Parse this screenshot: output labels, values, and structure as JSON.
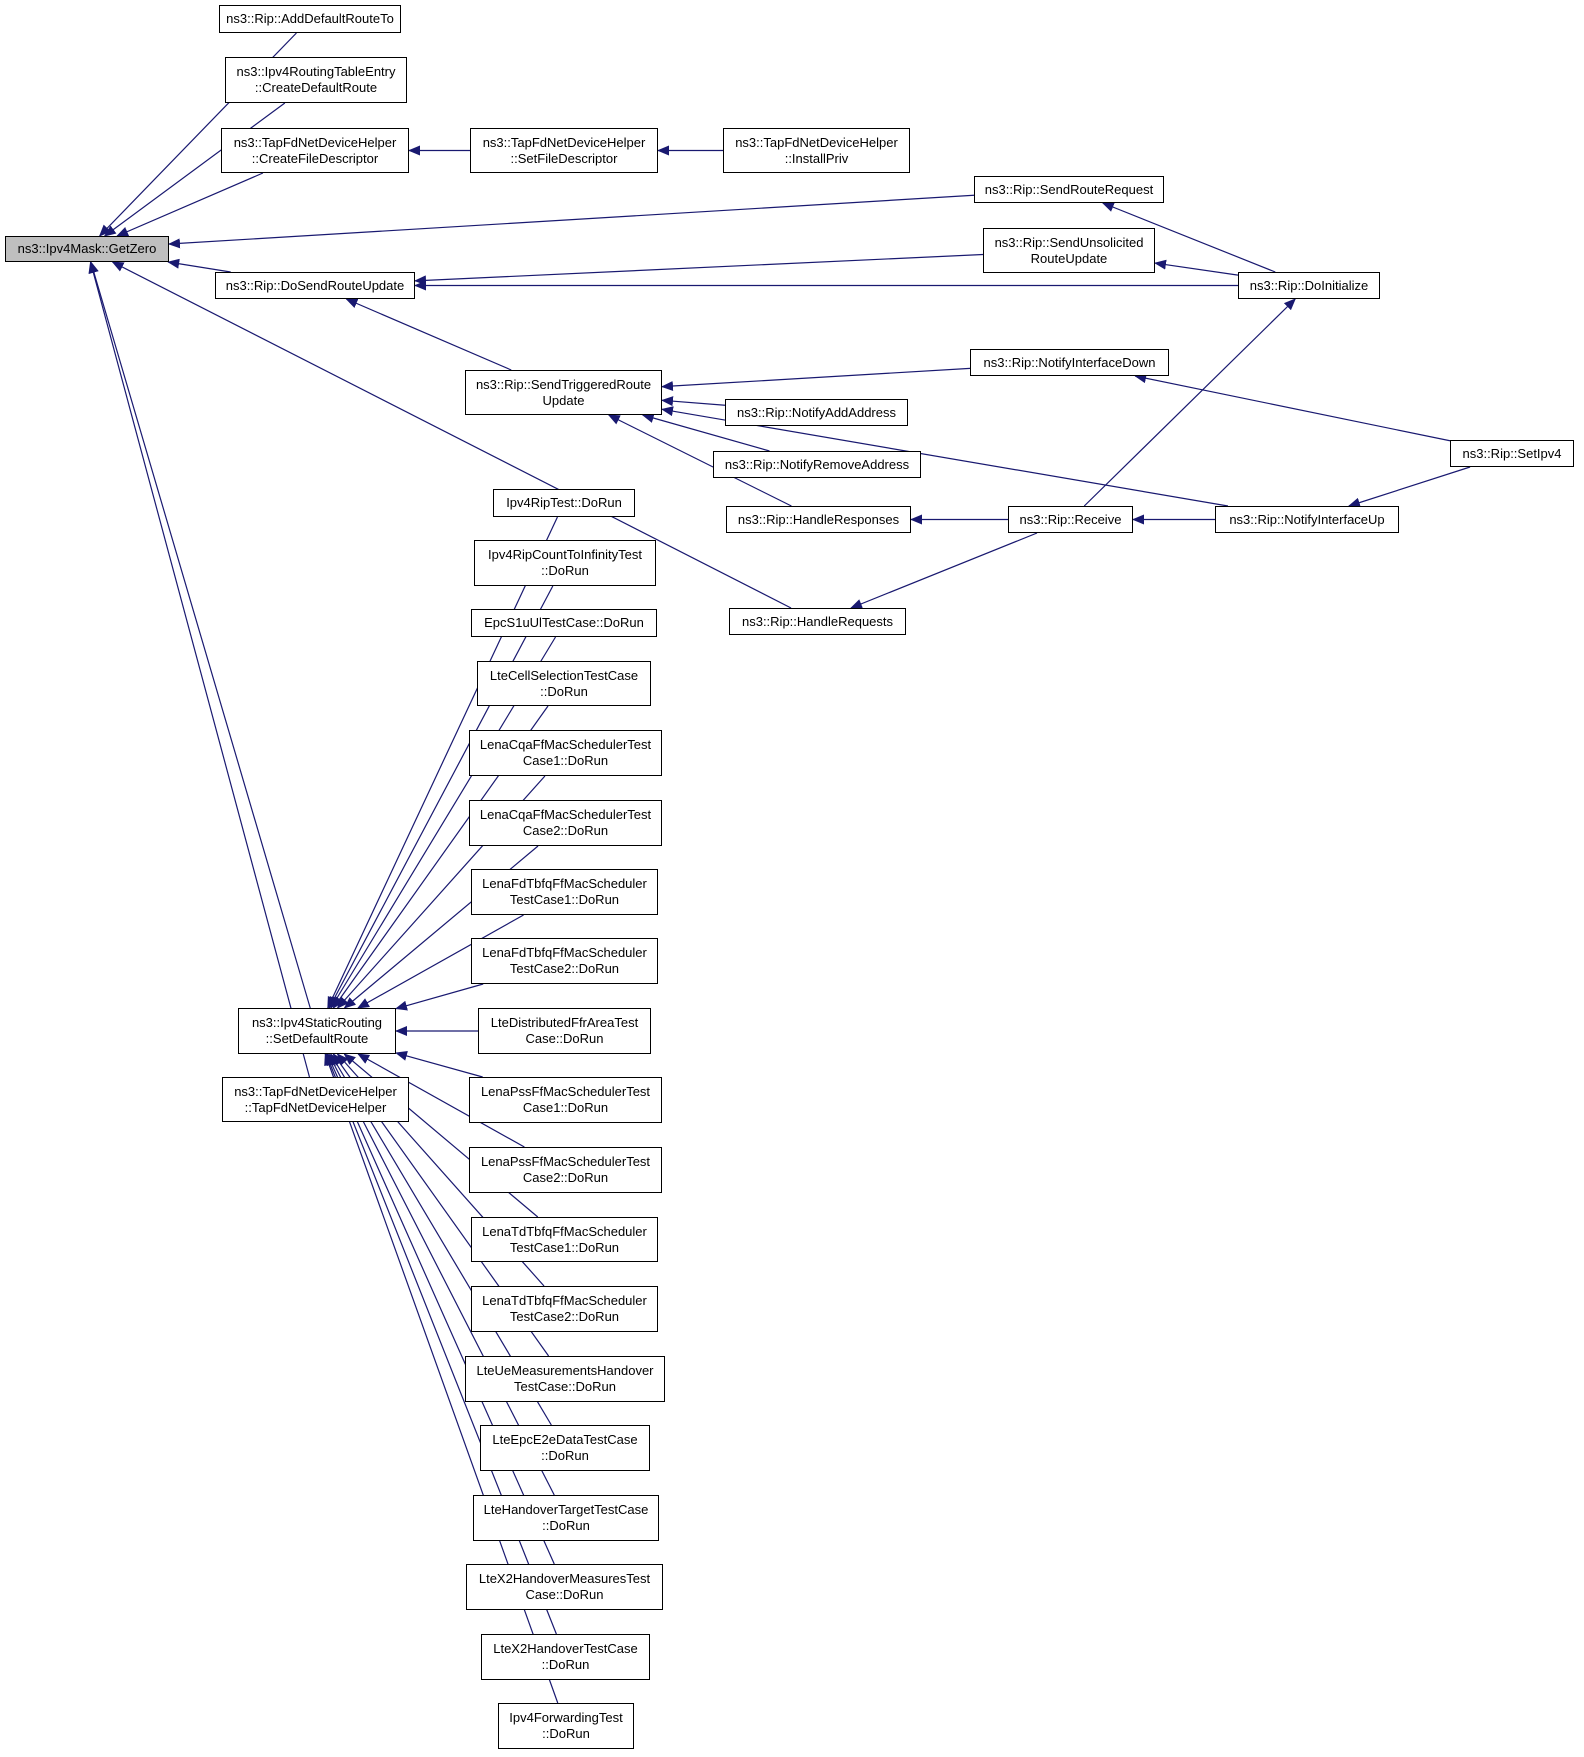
{
  "colors": {
    "edge": "#191970",
    "border": "#000000",
    "root_fill": "#bfbfbf",
    "node_fill": "#ffffff"
  },
  "nodes": {
    "n0": {
      "label": "ns3::Ipv4Mask::GetZero"
    },
    "n1": {
      "label": "ns3::Rip::AddDefaultRouteTo"
    },
    "n2": {
      "label": "ns3::Ipv4RoutingTableEntry\n::CreateDefaultRoute"
    },
    "n3": {
      "label": "ns3::TapFdNetDeviceHelper\n::CreateFileDescriptor"
    },
    "n4": {
      "label": "ns3::TapFdNetDeviceHelper\n::SetFileDescriptor"
    },
    "n5": {
      "label": "ns3::TapFdNetDeviceHelper\n::InstallPriv"
    },
    "n6": {
      "label": "ns3::Rip::SendRouteRequest"
    },
    "n7": {
      "label": "ns3::Rip::SendUnsolicited\nRouteUpdate"
    },
    "n8": {
      "label": "ns3::Rip::DoSendRouteUpdate"
    },
    "n9": {
      "label": "ns3::Rip::DoInitialize"
    },
    "n10": {
      "label": "ns3::Rip::SendTriggeredRoute\nUpdate"
    },
    "n11": {
      "label": "ns3::Rip::NotifyInterfaceDown"
    },
    "n12": {
      "label": "ns3::Rip::NotifyAddAddress"
    },
    "n13": {
      "label": "ns3::Rip::NotifyRemoveAddress"
    },
    "n14": {
      "label": "ns3::Rip::SetIpv4"
    },
    "n15": {
      "label": "ns3::Rip::HandleResponses"
    },
    "n16": {
      "label": "ns3::Rip::Receive"
    },
    "n17": {
      "label": "ns3::Rip::NotifyInterfaceUp"
    },
    "n18": {
      "label": "ns3::Rip::HandleRequests"
    },
    "n19": {
      "label": "ns3::Ipv4StaticRouting\n::SetDefaultRoute"
    },
    "n20": {
      "label": "ns3::TapFdNetDeviceHelper\n::TapFdNetDeviceHelper"
    },
    "t1": {
      "label": "Ipv4RipTest::DoRun"
    },
    "t2": {
      "label": "Ipv4RipCountToInfinityTest\n::DoRun"
    },
    "t3": {
      "label": "EpcS1uUlTestCase::DoRun"
    },
    "t4": {
      "label": "LteCellSelectionTestCase\n::DoRun"
    },
    "t5": {
      "label": "LenaCqaFfMacSchedulerTest\nCase1::DoRun"
    },
    "t6": {
      "label": "LenaCqaFfMacSchedulerTest\nCase2::DoRun"
    },
    "t7": {
      "label": "LenaFdTbfqFfMacScheduler\nTestCase1::DoRun"
    },
    "t8": {
      "label": "LenaFdTbfqFfMacScheduler\nTestCase2::DoRun"
    },
    "t9": {
      "label": "LteDistributedFfrAreaTest\nCase::DoRun"
    },
    "t10": {
      "label": "LenaPssFfMacSchedulerTest\nCase1::DoRun"
    },
    "t11": {
      "label": "LenaPssFfMacSchedulerTest\nCase2::DoRun"
    },
    "t12": {
      "label": "LenaTdTbfqFfMacScheduler\nTestCase1::DoRun"
    },
    "t13": {
      "label": "LenaTdTbfqFfMacScheduler\nTestCase2::DoRun"
    },
    "t14": {
      "label": "LteUeMeasurementsHandover\nTestCase::DoRun"
    },
    "t15": {
      "label": "LteEpcE2eDataTestCase\n::DoRun"
    },
    "t16": {
      "label": "LteHandoverTargetTestCase\n::DoRun"
    },
    "t17": {
      "label": "LteX2HandoverMeasuresTest\nCase::DoRun"
    },
    "t18": {
      "label": "LteX2HandoverTestCase\n::DoRun"
    },
    "t19": {
      "label": "Ipv4ForwardingTest\n::DoRun"
    }
  },
  "edges": [
    [
      "n0",
      "n1"
    ],
    [
      "n0",
      "n2"
    ],
    [
      "n0",
      "n3"
    ],
    [
      "n0",
      "n6"
    ],
    [
      "n0",
      "n8"
    ],
    [
      "n0",
      "n18"
    ],
    [
      "n0",
      "n19"
    ],
    [
      "n0",
      "n20"
    ],
    [
      "n3",
      "n4"
    ],
    [
      "n4",
      "n5"
    ],
    [
      "n6",
      "n9"
    ],
    [
      "n7",
      "n9"
    ],
    [
      "n8",
      "n7"
    ],
    [
      "n8",
      "n9"
    ],
    [
      "n8",
      "n10"
    ],
    [
      "n10",
      "n11"
    ],
    [
      "n10",
      "n12"
    ],
    [
      "n10",
      "n13"
    ],
    [
      "n10",
      "n15"
    ],
    [
      "n10",
      "n17"
    ],
    [
      "n11",
      "n14"
    ],
    [
      "n17",
      "n14"
    ],
    [
      "n9",
      "n16"
    ],
    [
      "n15",
      "n16"
    ],
    [
      "n18",
      "n16"
    ],
    [
      "n16",
      "n17"
    ],
    [
      "n19",
      "t1"
    ],
    [
      "n19",
      "t2"
    ],
    [
      "n19",
      "t3"
    ],
    [
      "n19",
      "t4"
    ],
    [
      "n19",
      "t5"
    ],
    [
      "n19",
      "t6"
    ],
    [
      "n19",
      "t7"
    ],
    [
      "n19",
      "t8"
    ],
    [
      "n19",
      "t9"
    ],
    [
      "n19",
      "t10"
    ],
    [
      "n19",
      "t11"
    ],
    [
      "n19",
      "t12"
    ],
    [
      "n19",
      "t13"
    ],
    [
      "n19",
      "t14"
    ],
    [
      "n19",
      "t15"
    ],
    [
      "n19",
      "t16"
    ],
    [
      "n19",
      "t17"
    ],
    [
      "n19",
      "t18"
    ],
    [
      "n19",
      "t19"
    ]
  ]
}
